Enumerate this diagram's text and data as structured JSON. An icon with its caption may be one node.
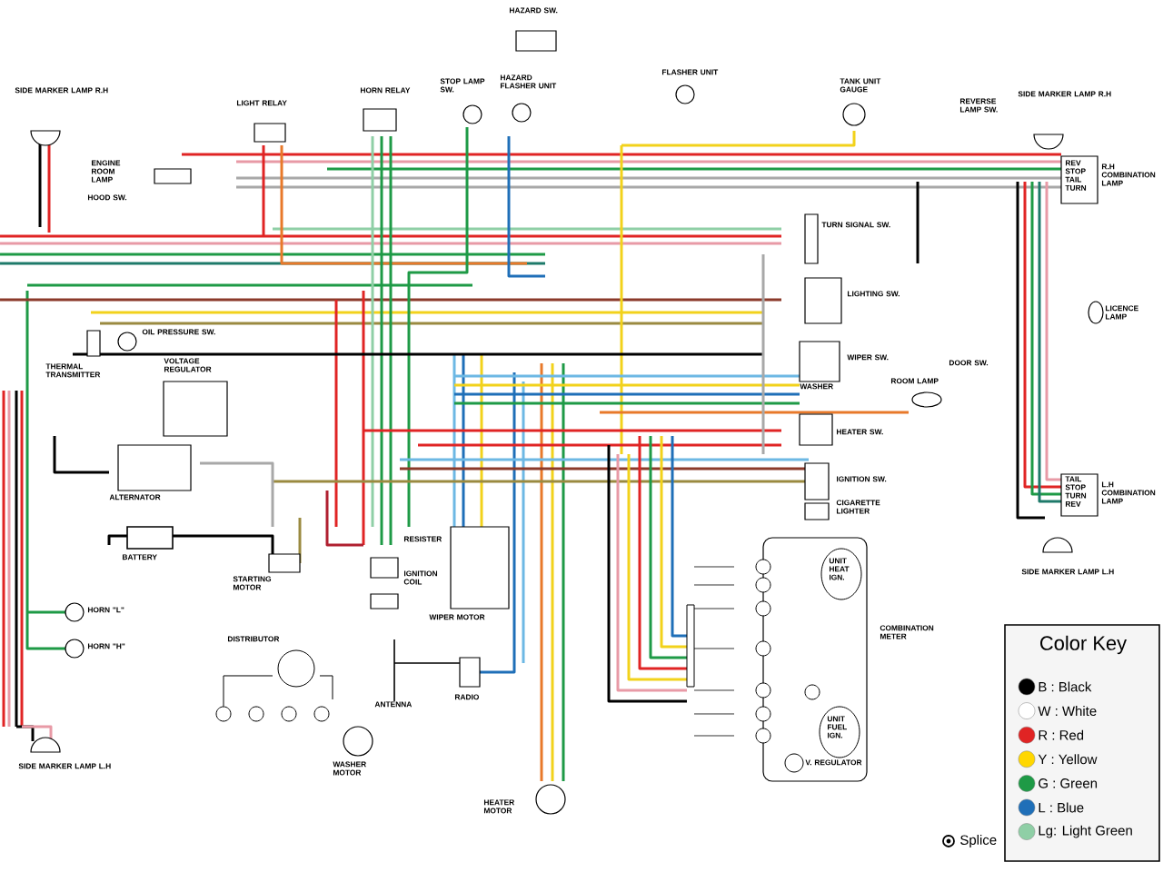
{
  "diagram": {
    "labels": [
      "HAZARD SW.",
      "SIDE MARKER LAMP R.H",
      "LIGHT RELAY",
      "HORN RELAY",
      "STOP LAMP SW.",
      "HAZARD FLASHER UNIT",
      "FLASHER UNIT",
      "TANK UNIT GAUGE",
      "REVERSE LAMP SW.",
      "SIDE MARKER LAMP R.H",
      "ENGINE ROOM LAMP",
      "HOOD SW.",
      "REV STOP TAIL TURN",
      "R.H COMBINATION LAMP",
      "TURN SIGNAL SW.",
      "LIGHTING SW.",
      "OIL PRESSURE SW.",
      "THERMAL TRANSMITTER",
      "VOLTAGE REGULATOR",
      "LICENCE LAMP",
      "WIPER SW.",
      "WASHER",
      "DOOR SW.",
      "ROOM LAMP",
      "HEATER SW.",
      "ALTERNATOR",
      "BATTERY",
      "IGNITION SW.",
      "CIGARETTE LIGHTER",
      "TAIL STOP TURN REV",
      "L.H COMBINATION LAMP",
      "SIDE MARKER LAMP L.H",
      "STARTING MOTOR",
      "RESISTER",
      "IGNITION COIL",
      "HORN \"L\"",
      "HORN \"H\"",
      "WIPER MOTOR",
      "DISTRIBUTOR",
      "COMBINATION METER",
      "UNIT HEAT IGN.",
      "UNIT FUEL IGN.",
      "V. REGULATOR",
      "ANTENNA",
      "RADIO",
      "SIDE MARKER LAMP L.H",
      "WASHER MOTOR",
      "HEATER MOTOR",
      "Color Key"
    ],
    "legend": [
      {
        "text": "B : Black",
        "color": "#000000"
      },
      {
        "text": "W : White",
        "color": "#ffffff"
      },
      {
        "text": "R : Red",
        "color": "#e02424"
      },
      {
        "text": "Y : Yellow",
        "color": "#ffd700"
      },
      {
        "text": "G : Green",
        "color": "#1e9a46"
      },
      {
        "text": "L : Blue",
        "color": "#1f6fb8"
      },
      {
        "text": "Lg: Light Green",
        "color": "#8fcfa6"
      },
      {
        "text": "Splice"
      }
    ]
  }
}
